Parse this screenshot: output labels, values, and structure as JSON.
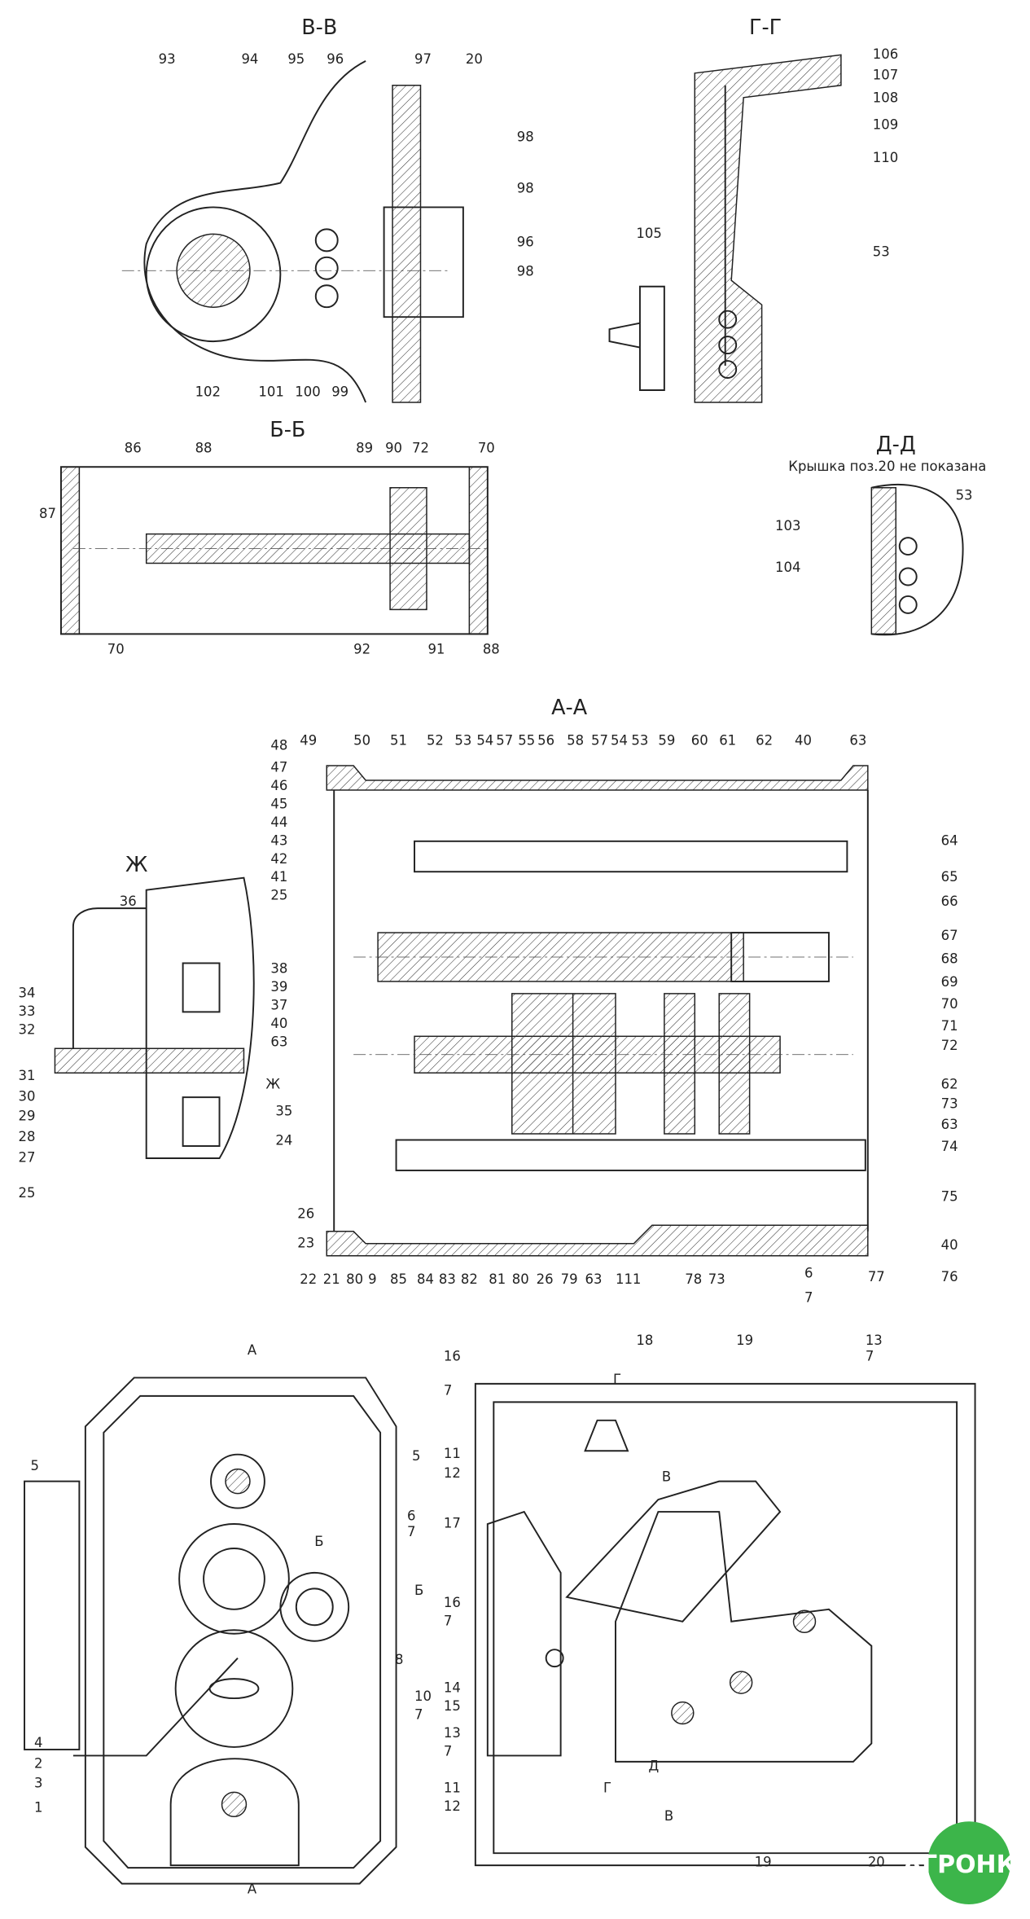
{
  "views": {
    "vv": {
      "title": "В-В",
      "labels": [
        "93",
        "94",
        "95",
        "96",
        "97",
        "20",
        "98",
        "98",
        "96",
        "98",
        "102",
        "101",
        "100",
        "99"
      ]
    },
    "gg": {
      "title": "Г-Г",
      "labels": [
        "106",
        "107",
        "108",
        "109",
        "110",
        "105",
        "53"
      ]
    },
    "bb": {
      "title": "Б-Б",
      "labels": [
        "86",
        "88",
        "89",
        "90",
        "72",
        "70",
        "87",
        "70",
        "92",
        "91",
        "88"
      ]
    },
    "dd": {
      "title": "Д-Д",
      "note": "Крышка поз.20 не показана",
      "labels": [
        "53",
        "103",
        "104"
      ]
    },
    "aa": {
      "title": "А-А",
      "labels": [
        "49",
        "50",
        "51",
        "52",
        "53",
        "54",
        "57",
        "55",
        "56",
        "58",
        "57",
        "54",
        "53",
        "59",
        "60",
        "61",
        "62",
        "40",
        "63",
        "48",
        "47",
        "46",
        "45",
        "44",
        "43",
        "42",
        "41",
        "25",
        "38",
        "39",
        "37",
        "40",
        "63",
        "64",
        "65",
        "66",
        "67",
        "68",
        "69",
        "70",
        "71",
        "72",
        "62",
        "73",
        "63",
        "74",
        "75",
        "40",
        "76",
        "77",
        "22",
        "21",
        "80",
        "9",
        "85",
        "84",
        "83",
        "82",
        "81",
        "80",
        "26",
        "79",
        "63",
        "111",
        "78",
        "73",
        "6",
        "7",
        "Ж",
        "35",
        "24",
        "26",
        "23"
      ]
    },
    "zh": {
      "title": "Ж",
      "labels": [
        "36",
        "34",
        "33",
        "32",
        "31",
        "30",
        "29",
        "28",
        "27",
        "25"
      ]
    },
    "front": {
      "labels": [
        "А",
        "А",
        "5",
        "5",
        "6",
        "7",
        "Б",
        "Б",
        "8",
        "10",
        "7",
        "4",
        "2",
        "3",
        "1"
      ]
    },
    "side": {
      "labels": [
        "16",
        "7",
        "18",
        "19",
        "13",
        "7",
        "Г",
        "В",
        "11",
        "12",
        "17",
        "16",
        "7",
        "14",
        "15",
        "13",
        "7",
        "11",
        "12",
        "Г",
        "Д",
        "В",
        "19",
        "20"
      ]
    }
  },
  "logo": {
    "text": "АГРОНКА",
    "color": "#3cb54a"
  }
}
